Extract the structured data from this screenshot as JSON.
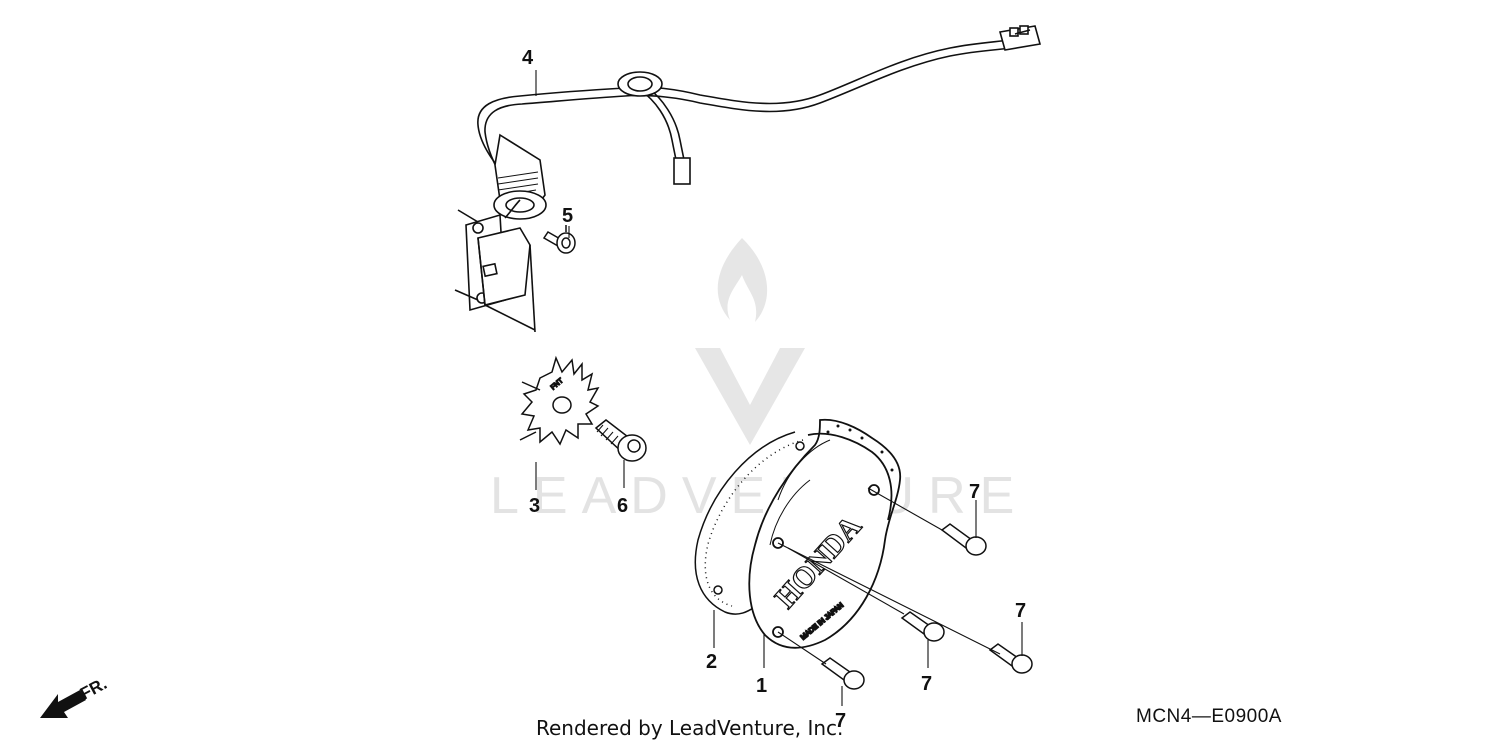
{
  "watermark": {
    "brand": "LEADVENTURE"
  },
  "parts": [
    {
      "id": "part-1",
      "number": "1"
    },
    {
      "id": "part-2",
      "number": "2"
    },
    {
      "id": "part-3",
      "number": "3"
    },
    {
      "id": "part-4",
      "number": "4"
    },
    {
      "id": "part-5",
      "number": "5"
    },
    {
      "id": "part-6",
      "number": "6"
    },
    {
      "id": "part-7a",
      "number": "7"
    },
    {
      "id": "part-7b",
      "number": "7"
    },
    {
      "id": "part-7c",
      "number": "7"
    },
    {
      "id": "part-7d",
      "number": "7"
    }
  ],
  "cover": {
    "logo": "HONDA",
    "made_in": "MADE IN JAPAN"
  },
  "rotor_mark": "FNT",
  "direction_label": "FR.",
  "footer": {
    "rendered_by": "Rendered by LeadVenture, Inc.",
    "diagram_code": "MCN4—E0900A"
  },
  "colors": {
    "ink": "#111111",
    "watermark": "#e3e3e3",
    "background": "#ffffff"
  }
}
